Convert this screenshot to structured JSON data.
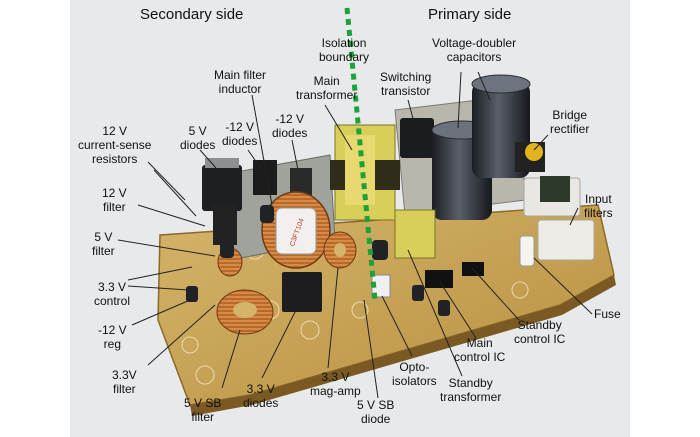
{
  "headers": {
    "secondary": "Secondary side",
    "primary": "Primary side"
  },
  "labels": {
    "isolation_boundary": [
      "Isolation",
      "boundary"
    ],
    "voltage_doubler": [
      "Voltage-doubler",
      "capacitors"
    ],
    "main_filter_inductor": [
      "Main filter",
      "inductor"
    ],
    "main_transformer": [
      "Main",
      "transformer"
    ],
    "switching_transistor": [
      "Switching",
      "transistor"
    ],
    "bridge_rectifier": [
      "Bridge",
      "rectifier"
    ],
    "v12_current_sense": [
      "12 V",
      "current-sense",
      "resistors"
    ],
    "v5_diodes": [
      "5 V",
      "diodes"
    ],
    "m12_diodes_a": [
      "-12 V",
      "diodes"
    ],
    "m12_diodes_b": [
      "-12 V",
      "diodes"
    ],
    "v12_filter": [
      "12 V",
      "filter"
    ],
    "input_filters": [
      "Input",
      "filters"
    ],
    "v5_filter": [
      "5 V",
      "filter"
    ],
    "v33_control": [
      "3.3 V",
      "control"
    ],
    "fuse": [
      "Fuse"
    ],
    "m12_reg": [
      "-12 V",
      "reg"
    ],
    "standby_control_ic": [
      "Standby",
      "control IC"
    ],
    "v33_filter": [
      "3.3V",
      "filter"
    ],
    "main_control_ic": [
      "Main",
      "control IC"
    ],
    "v5sb_filter": [
      "5 V SB",
      "filter"
    ],
    "v33_diodes": [
      "3.3 V",
      "diodes"
    ],
    "v33_mag_amp": [
      "3.3 V",
      "mag-amp"
    ],
    "v5sb_diode": [
      "5 V SB",
      "diode"
    ],
    "opto_isolators": [
      "Opto-",
      "isolators"
    ],
    "standby_transformer": [
      "Standby",
      "transformer"
    ]
  },
  "component_print": {
    "toroid_text": "C3FT104"
  },
  "colors": {
    "pcb": "#c9a85a",
    "isolation_line": "#1aa33a",
    "capacitor": "#2b2f36",
    "transformer": "#d8cf5a"
  }
}
